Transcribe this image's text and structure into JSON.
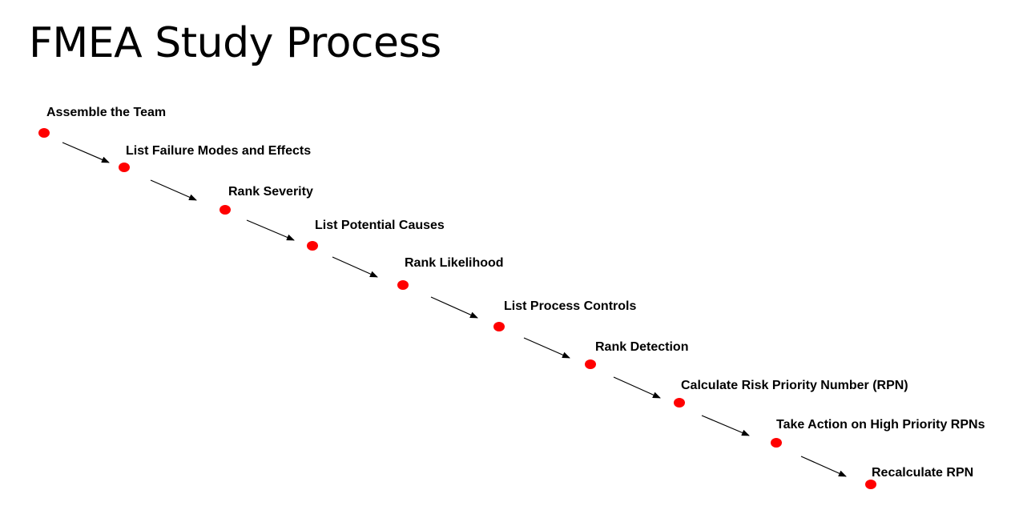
{
  "title": "FMEA Study Process",
  "colors": {
    "dot": "#ff0000",
    "arrow": "#000000",
    "text": "#000000"
  },
  "steps": [
    {
      "label": "Assemble the Team"
    },
    {
      "label": "List Failure Modes and Effects"
    },
    {
      "label": "Rank Severity"
    },
    {
      "label": "List Potential Causes"
    },
    {
      "label": "Rank Likelihood"
    },
    {
      "label": "List Process Controls"
    },
    {
      "label": "Rank Detection"
    },
    {
      "label": "Calculate Risk Priority Number (RPN)"
    },
    {
      "label": "Take Action on High Priority RPNs"
    },
    {
      "label": "Recalculate RPN"
    }
  ]
}
